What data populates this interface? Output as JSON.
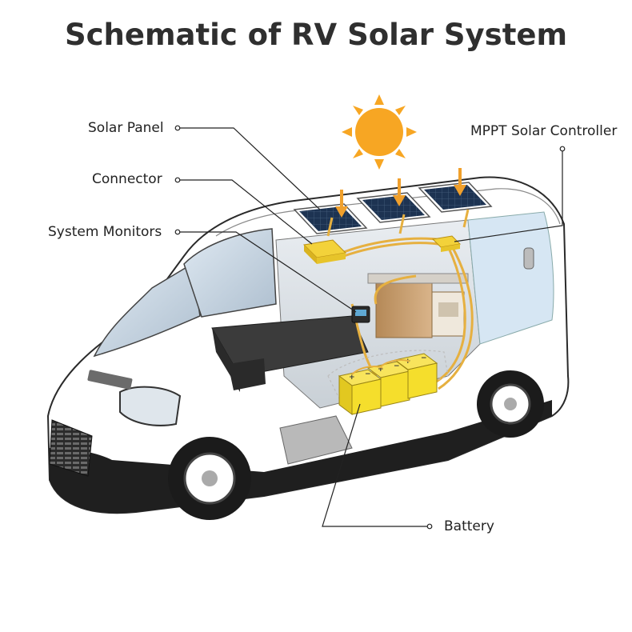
{
  "title": "Schematic of RV Solar System",
  "labels": {
    "solar_panel": "Solar Panel",
    "connector": "Connector",
    "system_monitors": "System Monitors",
    "mppt_controller": "MPPT Solar Controller",
    "battery": "Battery"
  },
  "colors": {
    "sun": "#f7a623",
    "arrow": "#f0a02c",
    "battery": "#f5de2c",
    "wire": "#e6b040",
    "panel": "#1c2f4f",
    "van_body": "#ffffff",
    "van_trim": "#222222",
    "text": "#2f2f2f"
  }
}
